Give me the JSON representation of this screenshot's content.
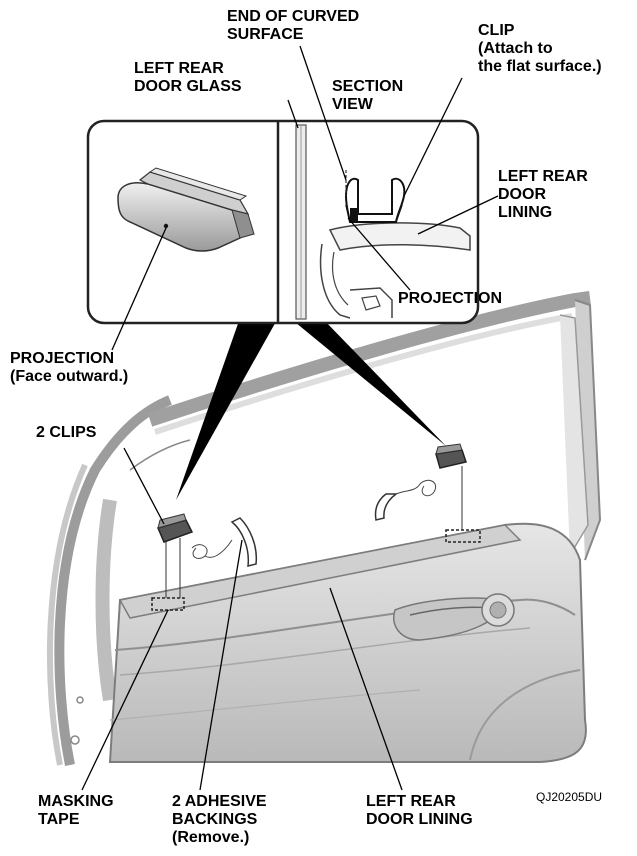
{
  "labels": {
    "end_of_curved_surface": [
      "END OF CURVED",
      "SURFACE"
    ],
    "clip": [
      "CLIP",
      "(Attach to",
      "the flat surface.)"
    ],
    "left_rear_door_glass": [
      "LEFT REAR",
      "DOOR GLASS"
    ],
    "section_view": [
      "SECTION",
      "VIEW"
    ],
    "left_rear_door_lining_inset": [
      "LEFT REAR",
      "DOOR",
      "LINING"
    ],
    "projection_inset": "PROJECTION",
    "projection_main": [
      "PROJECTION",
      "(Face outward.)"
    ],
    "two_clips": "2 CLIPS",
    "masking_tape": [
      "MASKING",
      "TAPE"
    ],
    "two_adhesive_backings": [
      "2 ADHESIVE",
      "BACKINGS",
      "(Remove.)"
    ],
    "left_rear_door_lining_bottom": [
      "LEFT REAR",
      "DOOR LINING"
    ],
    "figure_code": "QJ20205DU"
  }
}
